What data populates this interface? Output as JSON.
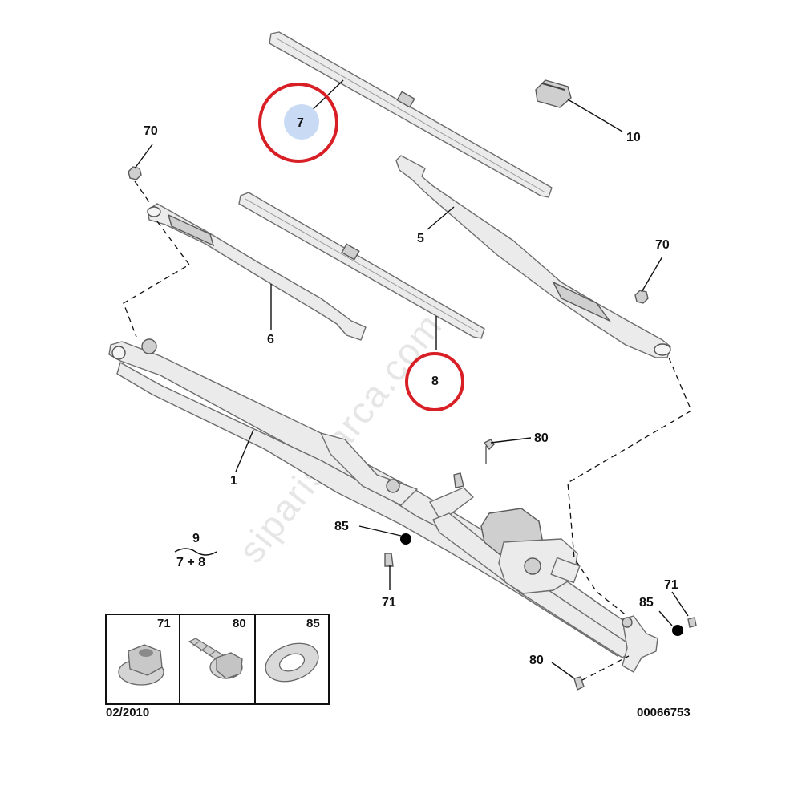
{
  "labels": {
    "p70_left": "70",
    "p7": "7",
    "p10": "10",
    "p5": "5",
    "p70_right": "70",
    "p6": "6",
    "p8": "8",
    "p80_top": "80",
    "p1": "1",
    "p85_mid": "85",
    "p71_mid": "71",
    "p71_right": "71",
    "p85_right": "85",
    "p80_bottom": "80",
    "kit_number": "9",
    "kit_content": "7 + 8"
  },
  "legend_boxes": [
    {
      "label": "71"
    },
    {
      "label": "80"
    },
    {
      "label": "85"
    }
  ],
  "footer": {
    "date": "02/2010",
    "ref": "00066753"
  },
  "watermark": "siparisparca.com",
  "colors": {
    "highlight_circle": "#d81f26",
    "highlight_fill": "#c9daf5"
  }
}
